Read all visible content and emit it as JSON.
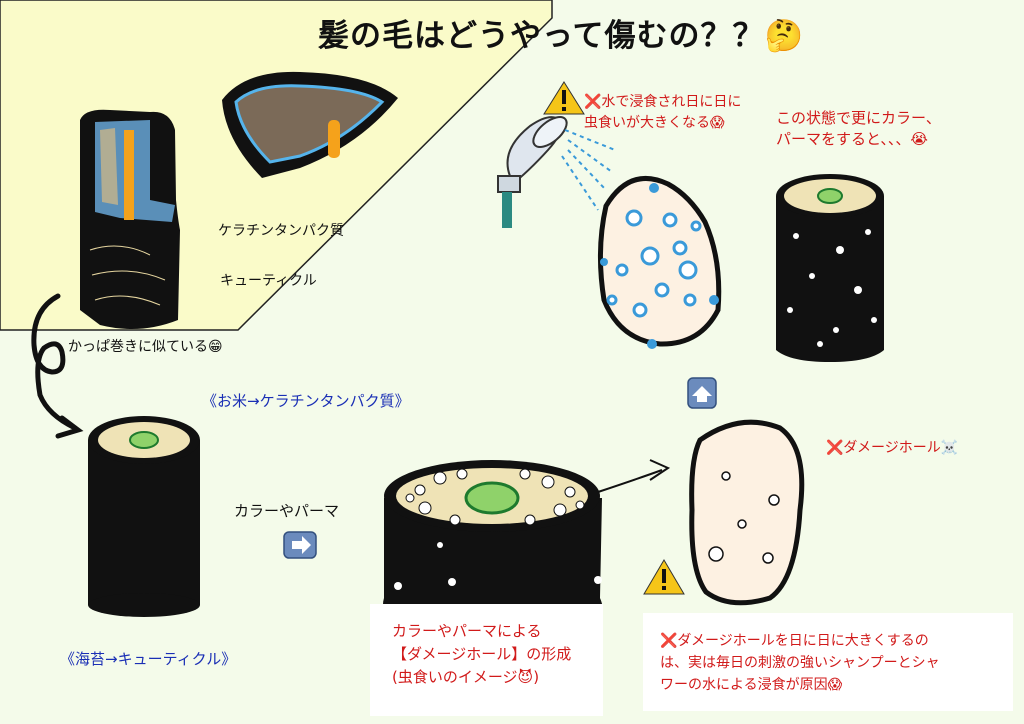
{
  "title": "髪の毛はどうやって傷むの？？🤔",
  "labels": {
    "keratin": "ケラチンタンパク質",
    "cuticle": "キューティクル",
    "kappa": "かっぱ巻きに似ている😁",
    "rice": "《お米→ケラチンタンパク質》",
    "nori": "《海苔→キューティクル》",
    "color_perm": "カラーやパーマ",
    "damage_hole": "❌ダメージホール☠️"
  },
  "notes": {
    "water_line1": "❌水で浸食され日に日に",
    "water_line2": "虫食いが大きくなる😱",
    "state_line1": "この状態で更にカラー、",
    "state_line2": "パーマをすると、、、😭",
    "formation_line1": "カラーやパーマによる",
    "formation_line2": "【ダメージホール】の形成",
    "formation_line3": "(虫食いのイメージ😈)",
    "cause_line1": "❌ダメージホールを日に日に大きくするの",
    "cause_line2": "は、実は毎日の刺激の強いシャンプーとシャ",
    "cause_line3": "ワーの水による浸食が原因😱"
  },
  "colors": {
    "background": "#f4fbea",
    "top_panel": "#fafbc9",
    "warning_red": "#d11a1a",
    "label_blue": "#1a2fb5",
    "water_blue": "#3a9ad9",
    "grain": "#fdf1e2",
    "core_green": "#8fd26a",
    "medulla_orange": "#f5a21b"
  },
  "icons": [
    "warning-icon",
    "shower-icon",
    "arrow-right-icon",
    "arrow-up-icon"
  ]
}
